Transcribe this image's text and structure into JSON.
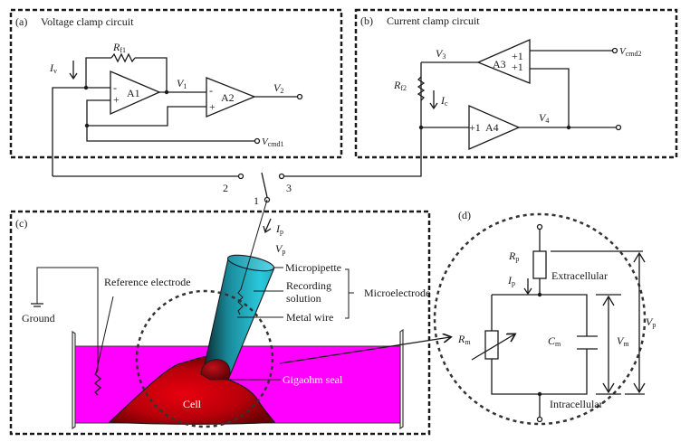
{
  "panels": {
    "a": {
      "tag": "(a)",
      "title": "Voltage clamp circuit"
    },
    "b": {
      "tag": "(b)",
      "title": "Current clamp circuit"
    },
    "c": {
      "tag": "(c)"
    },
    "d": {
      "tag": "(d)"
    }
  },
  "voltage_clamp": {
    "resistor": {
      "main": "R",
      "sub": "f1"
    },
    "current": {
      "main": "I",
      "sub": "v"
    },
    "amp1": "A1",
    "amp2": "A2",
    "node_v1": {
      "main": "V",
      "sub": "1"
    },
    "node_v2": {
      "main": "V",
      "sub": "2"
    },
    "cmd": {
      "main": "V",
      "sub": "cmd1"
    },
    "minus": "-",
    "plus": "+"
  },
  "current_clamp": {
    "resistor": {
      "main": "R",
      "sub": "f2"
    },
    "current": {
      "main": "I",
      "sub": "c"
    },
    "amp3": "A3",
    "amp3_gain1": "+1",
    "amp3_gain2": "+1",
    "amp4": "A4",
    "amp4_gain": "+1",
    "node_v3": {
      "main": "V",
      "sub": "3"
    },
    "node_v4": {
      "main": "V",
      "sub": "4"
    },
    "cmd": {
      "main": "V",
      "sub": "cmd2"
    }
  },
  "switch": {
    "pos1": "1",
    "pos2": "2",
    "pos3": "3"
  },
  "pipette": {
    "current": {
      "main": "I",
      "sub": "p"
    },
    "voltage": {
      "main": "V",
      "sub": "p"
    },
    "labels": {
      "micropipette": "Micropipette",
      "recording_line1": "Recording",
      "recording_line2": "solution",
      "metal_wire": "Metal wire",
      "microelectrode": "Microelectrode"
    }
  },
  "bath": {
    "reference_electrode": "Reference electrode",
    "ground": "Ground",
    "cell": "Cell",
    "gigaohm_seal": "Gigaohm seal",
    "colors": {
      "bath": "#ff00ff",
      "cell": "#c0000a",
      "pipette": "#23b5c8"
    }
  },
  "equivalent_circuit": {
    "rp": {
      "main": "R",
      "sub": "p"
    },
    "ip": {
      "main": "I",
      "sub": "p"
    },
    "rm": {
      "main": "R",
      "sub": "m"
    },
    "cm": {
      "main": "C",
      "sub": "m"
    },
    "vm": {
      "main": "V",
      "sub": "m"
    },
    "vp": {
      "main": "V",
      "sub": "p"
    },
    "extracellular": "Extracellular",
    "intracellular": "Intracellular"
  }
}
